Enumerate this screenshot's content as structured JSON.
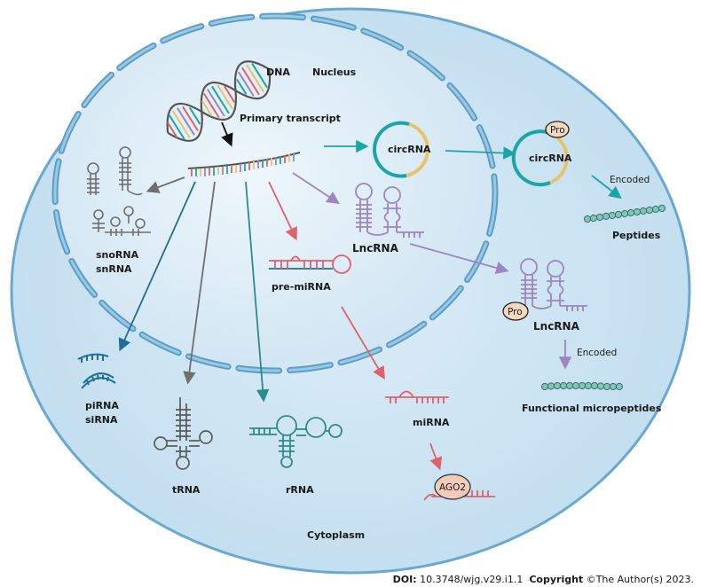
{
  "labels": {
    "dna": "DNA",
    "nucleus": "Nucleus",
    "primary_transcript": "Primary transcript",
    "circrna_nuclear": "circRNA",
    "circrna_cyto": "circRNA",
    "pro_circ": "Pro",
    "encoded_1": "Encoded",
    "peptides": "Peptides",
    "snorna": "snoRNA",
    "snrna": "snRNA",
    "lncrna_nuclear": "LncRNA",
    "pre_mirna": "pre-miRNA",
    "lncrna_cyto": "LncRNA",
    "pro_lnc": "Pro",
    "encoded_2": "Encoded",
    "functional_micropeptides": "Functional micropeptides",
    "pirna": "piRNA",
    "sirna": "siRNA",
    "trna": "tRNA",
    "rrna": "rRNA",
    "mirna": "miRNA",
    "ago2": "AGO2",
    "cytoplasm": "Cytoplasm"
  },
  "footer": {
    "doi_label": "DOI:",
    "doi_value": "10.3748/wjg.v29.i1.1",
    "copyright_label": "Copyright",
    "copyright_value": "©The Author(s) 2023."
  },
  "colors": {
    "cell_fill": "#cfe6f4",
    "nucleus_fill": "#e2f0f9",
    "membrane": "#6aa9cf",
    "teal": "#1aa6a6",
    "purple": "#9b86bf",
    "red": "#e0616b",
    "gray": "#6f6f6f",
    "dark_blue": "#1f6f95",
    "green_teal": "#2f8a8a",
    "gold": "#e6c46a"
  }
}
